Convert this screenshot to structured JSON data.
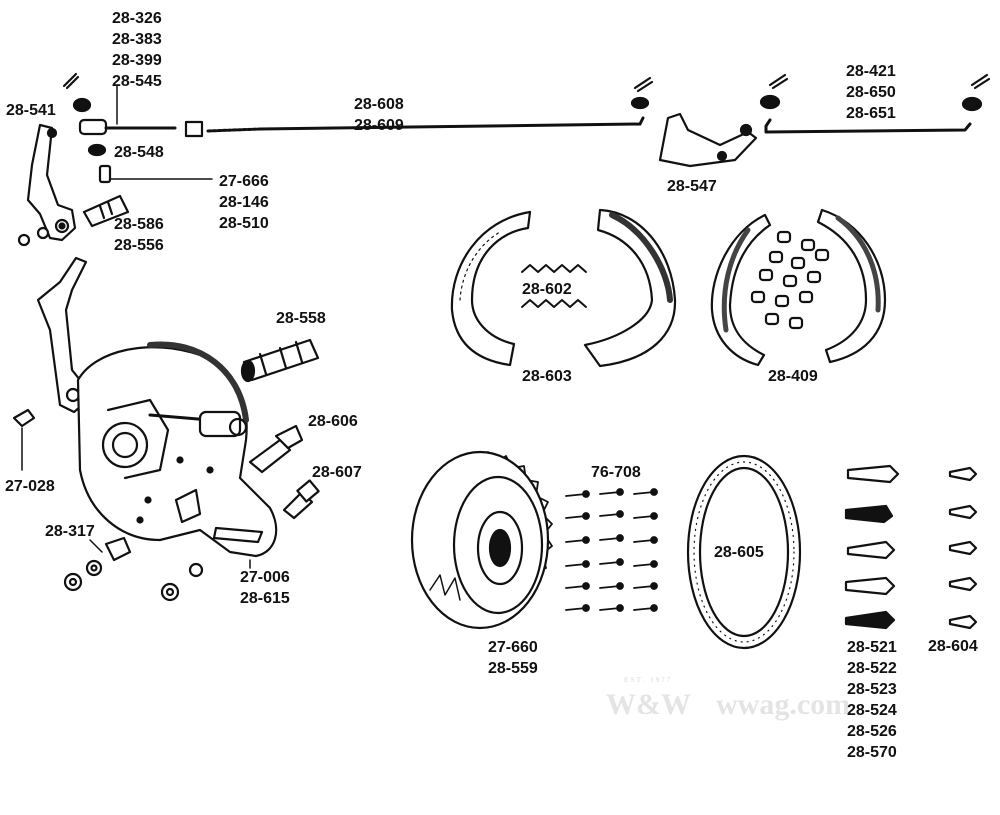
{
  "labels": {
    "l28_541": "28-541",
    "group_top": [
      "28-326",
      "28-383",
      "28-399",
      "28-545"
    ],
    "l28_548": "28-548",
    "group_27_666": [
      "27-666",
      "28-146",
      "28-510"
    ],
    "group_28_586": [
      "28-586",
      "28-556"
    ],
    "group_28_608": [
      "28-608",
      "28-609"
    ],
    "l28_547": "28-547",
    "group_28_421": [
      "28-421",
      "28-650",
      "28-651"
    ],
    "l28_602": "28-602",
    "l28_603": "28-603",
    "l28_409": "28-409",
    "l28_558": "28-558",
    "l28_606": "28-606",
    "l28_607": "28-607",
    "l27_028": "27-028",
    "l28_317": "28-317",
    "group_27_006": [
      "27-006",
      "28-615"
    ],
    "l76_708": "76-708",
    "l28_605": "28-605",
    "group_27_660": [
      "27-660",
      "28-559"
    ],
    "group_28_521": [
      "28-521",
      "28-522",
      "28-523",
      "28-524",
      "28-526",
      "28-570"
    ],
    "l28_604": "28-604"
  },
  "watermark": {
    "logo": "W&W",
    "text": "wwag.com",
    "est": "EST. 1977"
  }
}
